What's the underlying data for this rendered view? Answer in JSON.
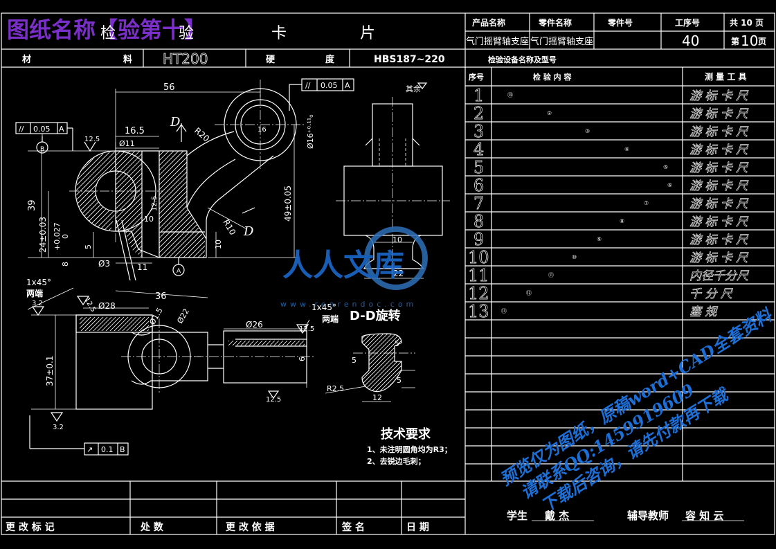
{
  "title_overlay": "图纸名称【验第十】",
  "card_title": {
    "a": "检",
    "b": "验",
    "c": "卡",
    "d": "片"
  },
  "header": {
    "product_label": "产品名称",
    "part_name_label": "零件名称",
    "part_no_label": "零件号",
    "process_no_label": "工序号",
    "total_pages": "共 10 页",
    "product_value": "气门摇臂轴支座",
    "part_name_value": "气门摇臂轴支座",
    "process_no_value": "40",
    "page_prefix": "第",
    "page_no": "10",
    "page_suffix": "页"
  },
  "material_row": {
    "material_label_a": "材",
    "material_label_b": "料",
    "material_value": "HT200",
    "hardness_label_a": "硬",
    "hardness_label_b": "度",
    "hardness_value": "HBS187~220",
    "equipment_label": "检验设备名称及型号"
  },
  "inspection_table": {
    "col_seq": "序号",
    "col_content": "检        验        内        容",
    "col_tool": "测  量  工  具",
    "rows": [
      {
        "n": "1",
        "tool": "游 标 卡 尺",
        "mark": "⑬"
      },
      {
        "n": "2",
        "tool": "游 标 卡 尺",
        "mark": "②"
      },
      {
        "n": "3",
        "tool": "游 标 卡 尺",
        "mark": "③"
      },
      {
        "n": "4",
        "tool": "游 标 卡 尺",
        "mark": "④"
      },
      {
        "n": "5",
        "tool": "游 标 卡 尺",
        "mark": "⑤"
      },
      {
        "n": "6",
        "tool": "游 标 卡 尺",
        "mark": "⑥"
      },
      {
        "n": "7",
        "tool": "游 标 卡 尺",
        "mark": "⑦"
      },
      {
        "n": "8",
        "tool": "游 标 卡 尺",
        "mark": "⑧"
      },
      {
        "n": "9",
        "tool": "游 标 卡 尺",
        "mark": "⑨"
      },
      {
        "n": "10",
        "tool": "游 标 卡 尺",
        "mark": "⑩"
      },
      {
        "n": "11",
        "tool": "内径千分尺",
        "mark": "⑪"
      },
      {
        "n": "12",
        "tool": "千 分 尺",
        "mark": "⑫"
      },
      {
        "n": "13",
        "tool": "塞  规",
        "mark": "⑬"
      }
    ]
  },
  "footer": {
    "change_mark": "更    改    标    记",
    "count": "处       数",
    "change_basis": "更  改  依  据",
    "sign": "签         名",
    "date": "日       期",
    "student_label": "学生",
    "student_name": "戴 杰",
    "advisor_label": "辅导教师",
    "advisor_name": "容 知 云"
  },
  "drawing": {
    "dim_56": "56",
    "dim_16_5": "16.5",
    "dim_phi11": "Ø11",
    "dim_r20": "R20",
    "dim_phi16": "Ø16⁺⁰·¹¹₀",
    "dim_16": "16",
    "dim_39": "39",
    "dim_24": "24±0.03",
    "dim_plus": "+0.027",
    "dim_0": "0",
    "dim_5": "5",
    "dim_8": "8",
    "dim_phi3": "Ø3",
    "dim_11": "11",
    "dim_36": "36",
    "dim_12_5": "12.5",
    "dim_10": "10",
    "dim_49": "49±0.05",
    "dim_r10": "R10",
    "dim_d": "D",
    "dim_1x45_a": "1x45°",
    "dim_liangduan_a": "两端",
    "dim_3_2": "3.2",
    "dim_phi28": "Ø28",
    "dim_phi1_5": "Ø1.5",
    "dim_phi22": "Ø22",
    "dim_phi26": "Ø26",
    "dim_1x45_b": "1x45°",
    "dim_liangduan_b": "两端",
    "dim_37": "37±0.1",
    "dim_22": "22",
    "dim_12": "12",
    "dim_r2_5": "R2.5",
    "dim_6": "6",
    "section_title": "D-D旋转",
    "gdt1_val": "0.05",
    "gdt1_ref": "A",
    "gdt2_val": "0.05",
    "gdt2_ref": "A",
    "gdt3_val": "0.1",
    "gdt3_ref": "B",
    "datum_b": "B",
    "datum_a": "A",
    "qiyu": "其余",
    "tech_title": "技术要求",
    "tech_1": "1、未注明圆角均为R3；",
    "tech_2": "2、去锐边毛刺；",
    "gdt_par_sym": "//",
    "gdt_run_sym": "↗"
  },
  "watermark": {
    "logo_text": "人人文库",
    "logo_url": "www.renrendoc.com",
    "line1": "预览仅为图纸，原稿word+CAD全套资料",
    "line2": "请联系QQ:1459919609",
    "line3": "下载后咨询，请先付款再下载"
  },
  "colors": {
    "background": "#000000",
    "line": "#ffffff",
    "title_purple": "#7b2fc9",
    "watermark_blue": "#1d6fd6"
  }
}
